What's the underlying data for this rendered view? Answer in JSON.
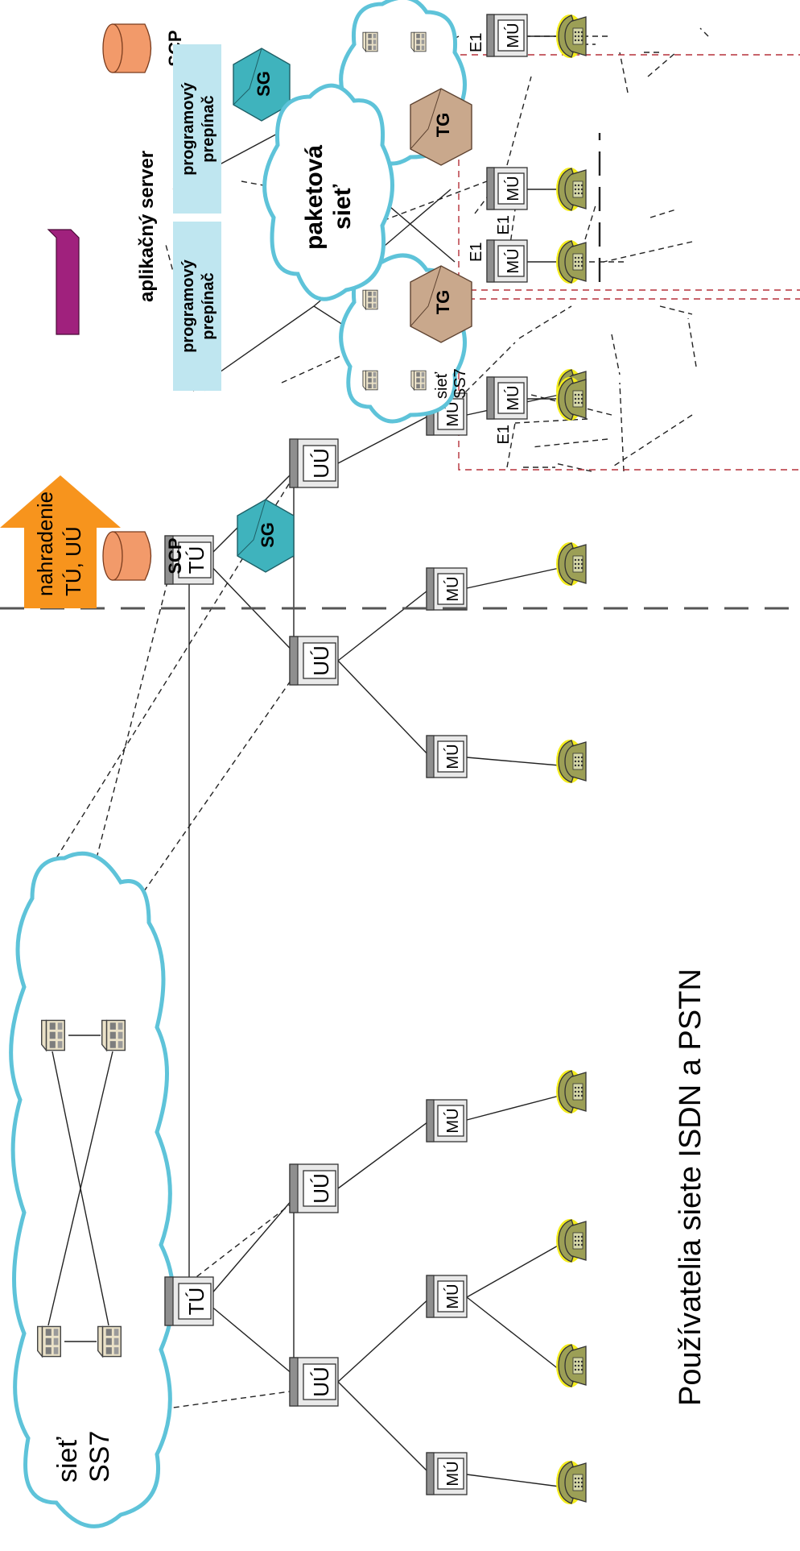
{
  "labels": {
    "ss7_left_l1": "sieť",
    "ss7_left_l2": "SS7",
    "ss7_small_l1": "sieť",
    "ss7_small_l2": "SS7",
    "tu": "TÚ",
    "uu": "UÚ",
    "mu": "MÚ",
    "scp": "SCP",
    "sg": "SG",
    "tg": "TG",
    "e1": "E1",
    "softswitch_l1": "programový",
    "softswitch_l2": "prepínač",
    "app_server": "aplikačný server",
    "packet_l1": "paketová",
    "packet_l2": "sieť",
    "arrow_l1": "nahradenie",
    "arrow_l2": "TÚ, UÚ",
    "caption": "Používatelia siete ISDN a PSTN"
  },
  "colors": {
    "cloud_stroke": "#5ec3d9",
    "arrow": "#f7941d",
    "app_server": "#a0217d",
    "signaling_gateway": "#3fb3bd",
    "trunk_gateway": "#c9a88c",
    "scp": "#f29a6a",
    "softswitch": "#bfe6f0",
    "region_border": "#b5303a",
    "phone": "#9c9f56",
    "phone_glow": "#f3ec1c"
  },
  "icons": {
    "phone": "telephone-icon",
    "switch": "exchange-switch-icon",
    "stp": "server-node-icon",
    "gateway": "gateway-cube-icon",
    "database": "database-cylinder-icon",
    "server": "app-server-box-icon",
    "arrow": "arrow-right-icon"
  }
}
